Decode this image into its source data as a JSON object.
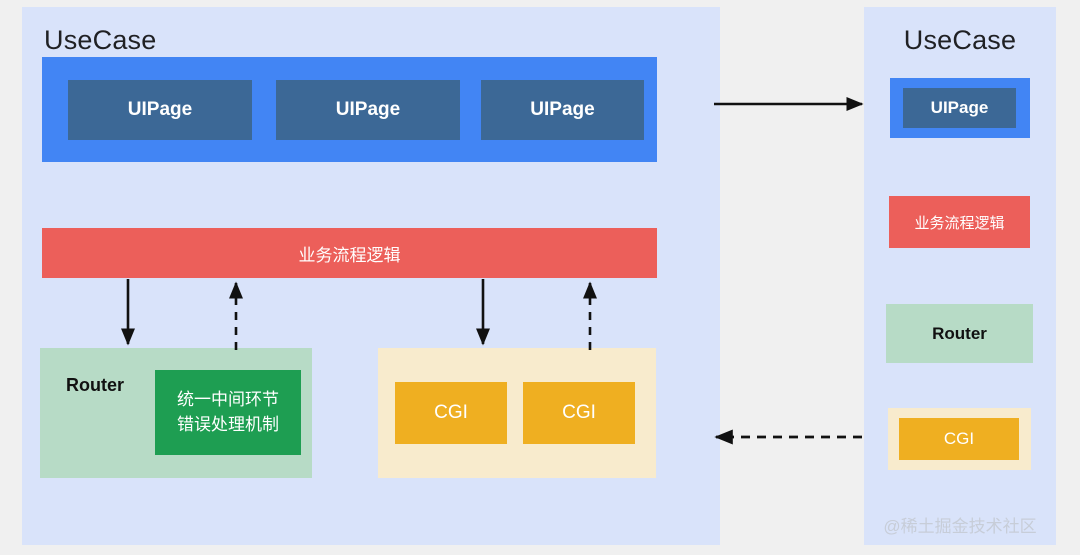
{
  "page": {
    "background_color": "#f0f0f0"
  },
  "colors": {
    "panel_background": "#d9e3fa",
    "blue_outer": "#4285f4",
    "blue_inner": "#3c6896",
    "red": "#ec5f5a",
    "green_light": "#b7dbc6",
    "green_dark": "#1e9e52",
    "yellow_light": "#f8ebcd",
    "yellow_strong": "#efaf21",
    "arrow": "#111111",
    "watermark": "#c7cdd8"
  },
  "left_panel": {
    "title": "UseCase",
    "ui_pages": [
      {
        "label": "UIPage"
      },
      {
        "label": "UIPage"
      },
      {
        "label": "UIPage"
      }
    ],
    "business_logic": {
      "label": "业务流程逻辑"
    },
    "router_group": {
      "label": "Router",
      "error_handling": {
        "line1": "统一中间环节",
        "line2": "错误处理机制"
      }
    },
    "cgi_group": {
      "items": [
        {
          "label": "CGI"
        },
        {
          "label": "CGI"
        }
      ]
    }
  },
  "right_panel": {
    "title": "UseCase",
    "ui_page": {
      "label": "UIPage"
    },
    "business_logic": {
      "label": "业务流程逻辑"
    },
    "router": {
      "label": "Router"
    },
    "cgi": {
      "label": "CGI"
    }
  },
  "connectors": {
    "top": {
      "name": "usecase-to-uipage-arrow",
      "style": "solid",
      "direction": "right"
    },
    "bottom": {
      "name": "cgi-to-usecase-arrow",
      "style": "dashed",
      "direction": "left"
    },
    "internal": [
      {
        "name": "logic-to-router-arrow",
        "style": "solid",
        "direction": "down"
      },
      {
        "name": "router-to-logic-arrow",
        "style": "dashed",
        "direction": "up"
      },
      {
        "name": "logic-to-cgi-arrow",
        "style": "solid",
        "direction": "down"
      },
      {
        "name": "cgi-to-logic-arrow",
        "style": "dashed",
        "direction": "up"
      }
    ]
  },
  "watermark": {
    "text": "@稀土掘金技术社区"
  }
}
